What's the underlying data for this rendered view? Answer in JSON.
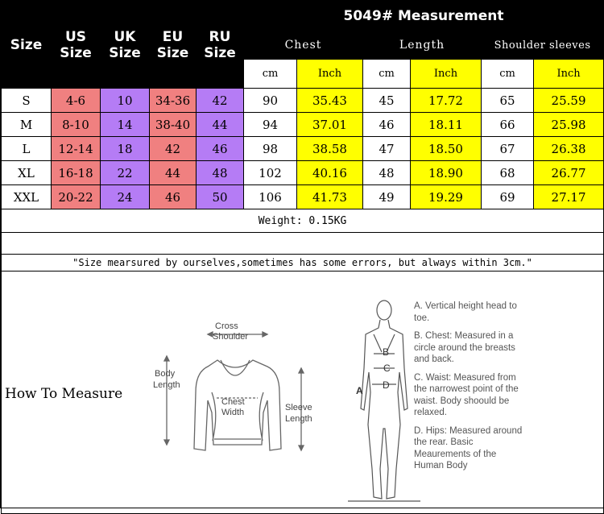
{
  "headers": {
    "size": "Size",
    "us": "US\nSize",
    "uk": "UK\nSize",
    "eu": "EU\nSize",
    "ru": "RU\nSize",
    "title": "5049# Measurement",
    "chest": "Chest",
    "length": "Length",
    "shoulder": "Shoulder sleeves",
    "cm": "cm",
    "inch": "Inch"
  },
  "rows": [
    {
      "size": "S",
      "us": "4-6",
      "uk": "10",
      "eu": "34-36",
      "ru": "42",
      "chest_cm": "90",
      "chest_in": "35.43",
      "len_cm": "45",
      "len_in": "17.72",
      "sh_cm": "65",
      "sh_in": "25.59"
    },
    {
      "size": "M",
      "us": "8-10",
      "uk": "14",
      "eu": "38-40",
      "ru": "44",
      "chest_cm": "94",
      "chest_in": "37.01",
      "len_cm": "46",
      "len_in": "18.11",
      "sh_cm": "66",
      "sh_in": "25.98"
    },
    {
      "size": "L",
      "us": "12-14",
      "uk": "18",
      "eu": "42",
      "ru": "46",
      "chest_cm": "98",
      "chest_in": "38.58",
      "len_cm": "47",
      "len_in": "18.50",
      "sh_cm": "67",
      "sh_in": "26.38"
    },
    {
      "size": "XL",
      "us": "16-18",
      "uk": "22",
      "eu": "44",
      "ru": "48",
      "chest_cm": "102",
      "chest_in": "40.16",
      "len_cm": "48",
      "len_in": "18.90",
      "sh_cm": "68",
      "sh_in": "26.77"
    },
    {
      "size": "XXL",
      "us": "20-22",
      "uk": "24",
      "eu": "46",
      "ru": "50",
      "chest_cm": "106",
      "chest_in": "41.73",
      "len_cm": "49",
      "len_in": "19.29",
      "sh_cm": "69",
      "sh_in": "27.17"
    }
  ],
  "weight": "Weight: 0.15KG",
  "note": "\"Size mearsured by ourselves,sometimes has some errors, but always within 3cm.\"",
  "how_to_measure": "How To Measure",
  "diagram": {
    "cross_shoulder_1": "Cross",
    "cross_shoulder_2": "Shoulder",
    "body_length_1": "Body",
    "body_length_2": "Length",
    "chest_width_1": "Chest",
    "chest_width_2": "Width",
    "sleeve_length_1": "Sleeve",
    "sleeve_length_2": "Length",
    "mark_a": "A",
    "mark_b": "B",
    "mark_c": "C",
    "mark_d": "D"
  },
  "legend": {
    "a": "A. Vertical height head to toe.",
    "b": "B. Chest: Measured in a circle around the breasts and back.",
    "c": "C. Waist: Measured from the narrowest point of the waist. Body shoould be relaxed.",
    "d": "D. Hips: Measured around the rear. Basic Meaurements of the Human Body"
  },
  "colors": {
    "header_bg": "#000000",
    "us_eu": "#f08080",
    "uk_ru": "#b57cf5",
    "inch": "#ffff00"
  }
}
